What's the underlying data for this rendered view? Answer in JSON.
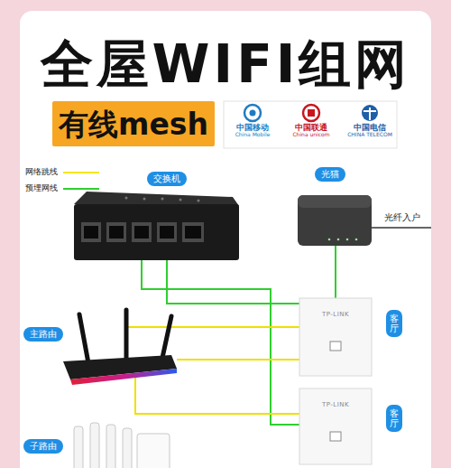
{
  "diagram": {
    "title": "全屋WIFI组网",
    "nodes": [
      {
        "text": [
          "有线mesh"
        ]
      },
      {
        "text": [
          "中国移动",
          "China Mobile"
        ]
      },
      {
        "text": [
          "中国联通",
          "China unicom"
        ]
      },
      {
        "text": [
          "中国电信",
          "CHINA TELECOM"
        ]
      },
      {
        "text": [
          "交换机"
        ]
      },
      {
        "text": [
          "光猫"
        ]
      },
      {
        "text": [
          "客厅"
        ]
      },
      {
        "text": [
          "主路由"
        ]
      },
      {
        "text": [
          "客厅"
        ]
      },
      {
        "text": [
          "子路由"
        ]
      }
    ],
    "labels": [
      "光纤入户",
      "TP-LINK",
      "TP-LINK"
    ],
    "legend": [
      {
        "text": "网络跳线"
      },
      {
        "text": "预埋网线"
      }
    ]
  }
}
